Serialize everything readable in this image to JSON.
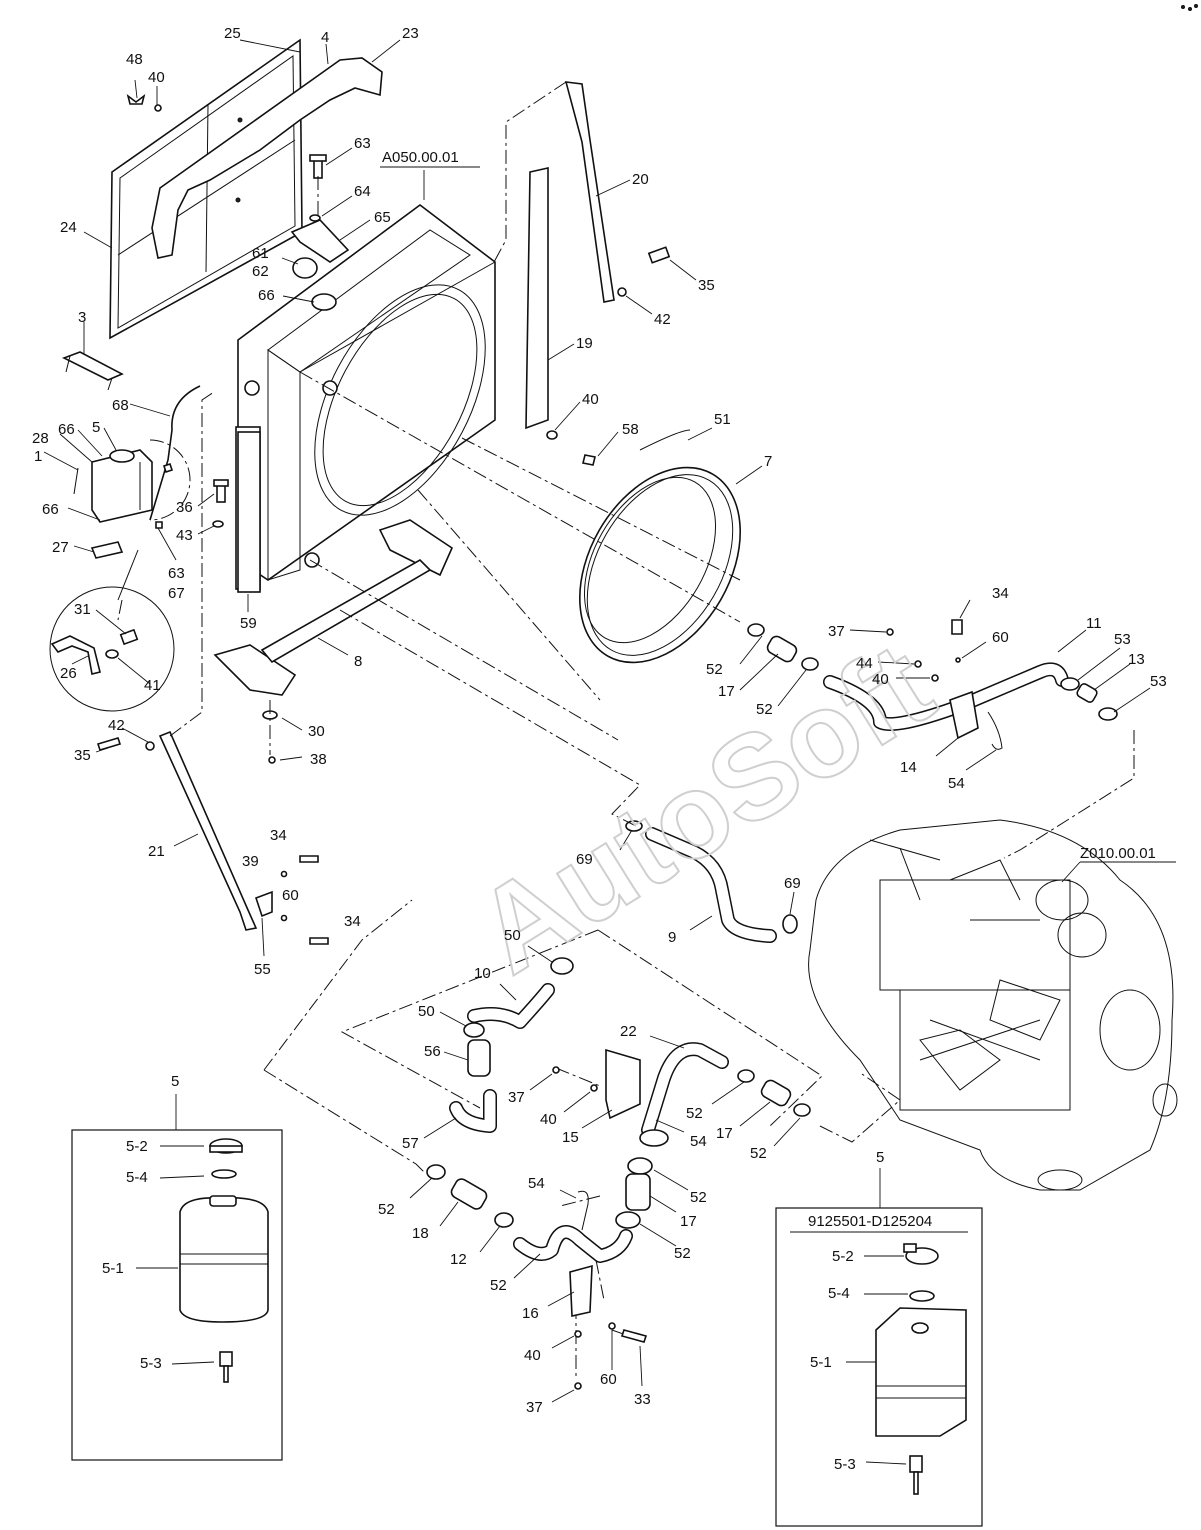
{
  "watermark": "AutoSoft",
  "references": {
    "radiator": "A050.00.01",
    "engine": "Z010.00.01",
    "alt_tank_serial": "9125501-D125204"
  },
  "kit_left": {
    "title": "5",
    "labels": [
      "5-2",
      "5-4",
      "5-1",
      "5-3"
    ]
  },
  "kit_right": {
    "title": "5",
    "labels": [
      "5-2",
      "5-4",
      "5-1",
      "5-3"
    ]
  },
  "callouts": [
    "25",
    "4",
    "23",
    "48",
    "40",
    "63",
    "64",
    "65",
    "24",
    "61",
    "62",
    "66",
    "20",
    "35",
    "42",
    "3",
    "19",
    "68",
    "40",
    "58",
    "28",
    "66",
    "5",
    "1",
    "51",
    "7",
    "66",
    "36",
    "43",
    "27",
    "63",
    "67",
    "59",
    "34",
    "37",
    "60",
    "11",
    "53",
    "13",
    "44",
    "40",
    "31",
    "8",
    "52",
    "17",
    "52",
    "53",
    "26",
    "41",
    "30",
    "42",
    "14",
    "54",
    "35",
    "38",
    "34",
    "21",
    "39",
    "69",
    "60",
    "34",
    "69",
    "55",
    "9",
    "50",
    "10",
    "50",
    "22",
    "56",
    "37",
    "52",
    "17",
    "40",
    "15",
    "54",
    "57",
    "52",
    "54",
    "52",
    "52",
    "17",
    "18",
    "52",
    "12",
    "52",
    "16",
    "40",
    "60",
    "33",
    "37"
  ]
}
